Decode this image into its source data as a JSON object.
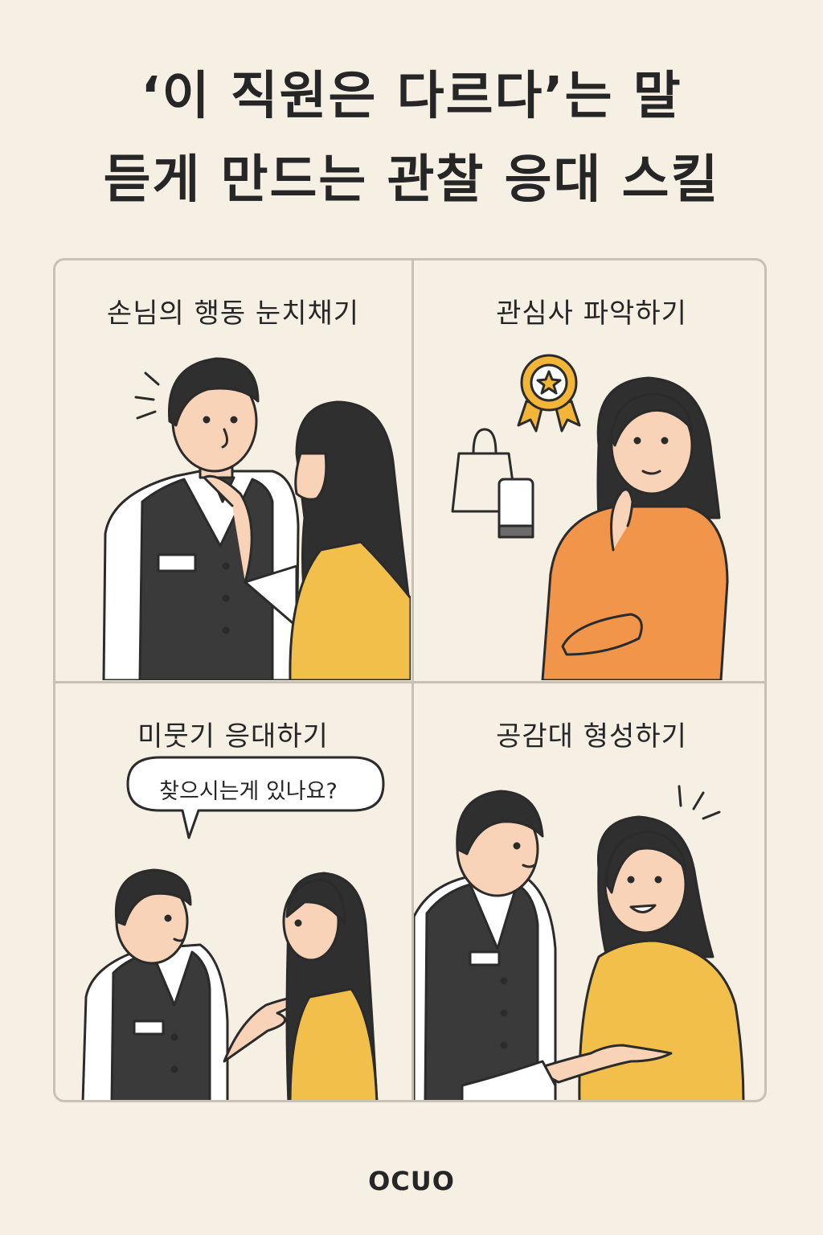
{
  "header": {
    "title_line1": "‘이 직원은 다르다’는 말",
    "title_line2": "듣게 만드는 관찰 응대 스킬"
  },
  "panels": [
    {
      "title": "손님의 행동 눈치채기"
    },
    {
      "title": "관심사 파악하기"
    },
    {
      "title": "미뭇기 응대하기",
      "speech": "찾으시는게 있나요?"
    },
    {
      "title": "공감대 형성하기"
    }
  ],
  "footer": {
    "brand": "OCUO"
  },
  "colors": {
    "background": "#f6efe4",
    "vest": "#3a3a3a",
    "yellow_top": "#f2c04a",
    "orange_top": "#f0954a",
    "skin": "#f9d3b8",
    "hair": "#2f2f2f"
  }
}
